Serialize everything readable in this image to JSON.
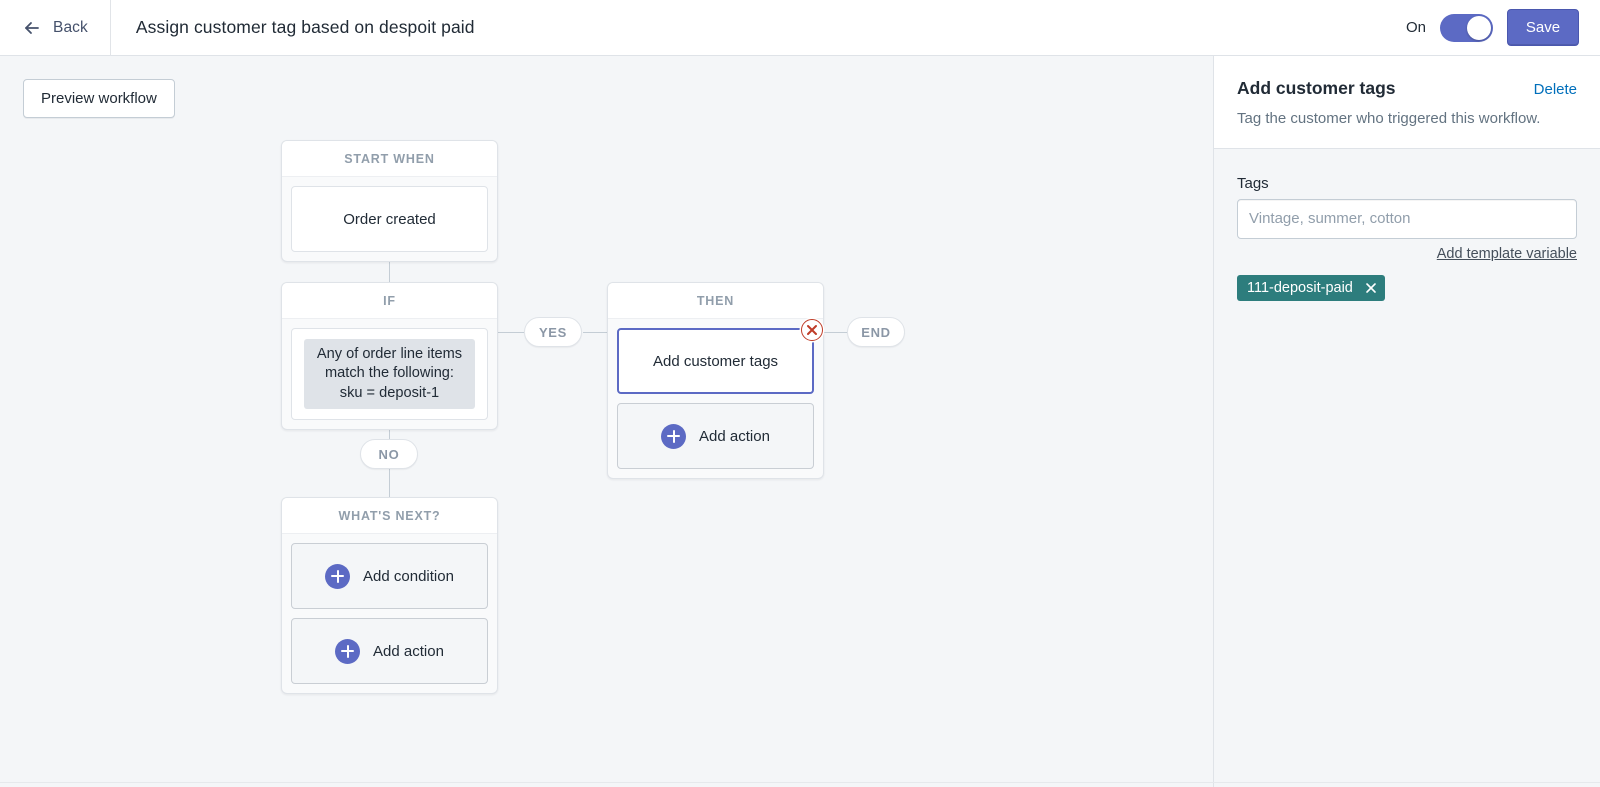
{
  "header": {
    "back_label": "Back",
    "back_icon": "arrow-left-icon",
    "title": "Assign customer tag based on despoit paid",
    "toggle_label": "On",
    "toggle_on": true,
    "save_label": "Save",
    "accent_color": "#5c6ac4"
  },
  "canvas": {
    "preview_label": "Preview workflow",
    "nodes": {
      "trigger": {
        "heading": "START WHEN",
        "item": "Order created"
      },
      "condition": {
        "heading": "IF",
        "item": "Any of order line items match the following:  sku = deposit-1"
      },
      "then": {
        "heading": "THEN",
        "action": "Add customer tags",
        "add_action_label": "Add action",
        "selected": true,
        "selected_border_color": "#5c6ac4",
        "delete_icon": "close-circle-icon",
        "delete_color": "#bf3c28"
      },
      "whats_next": {
        "heading": "WHAT'S NEXT?",
        "add_condition_label": "Add condition",
        "add_action_label": "Add action"
      }
    },
    "pills": {
      "yes": "YES",
      "no": "NO",
      "end": "END"
    }
  },
  "panel": {
    "title": "Add customer tags",
    "delete_label": "Delete",
    "description": "Tag the customer who triggered this workflow.",
    "tags_field_label": "Tags",
    "tags_placeholder": "Vintage, summer, cotton",
    "tags_value": "",
    "template_variable_link": "Add template variable",
    "chips": [
      {
        "label": "111-deposit-paid",
        "color": "#2d7d7d",
        "remove_icon": "close-icon"
      }
    ]
  }
}
